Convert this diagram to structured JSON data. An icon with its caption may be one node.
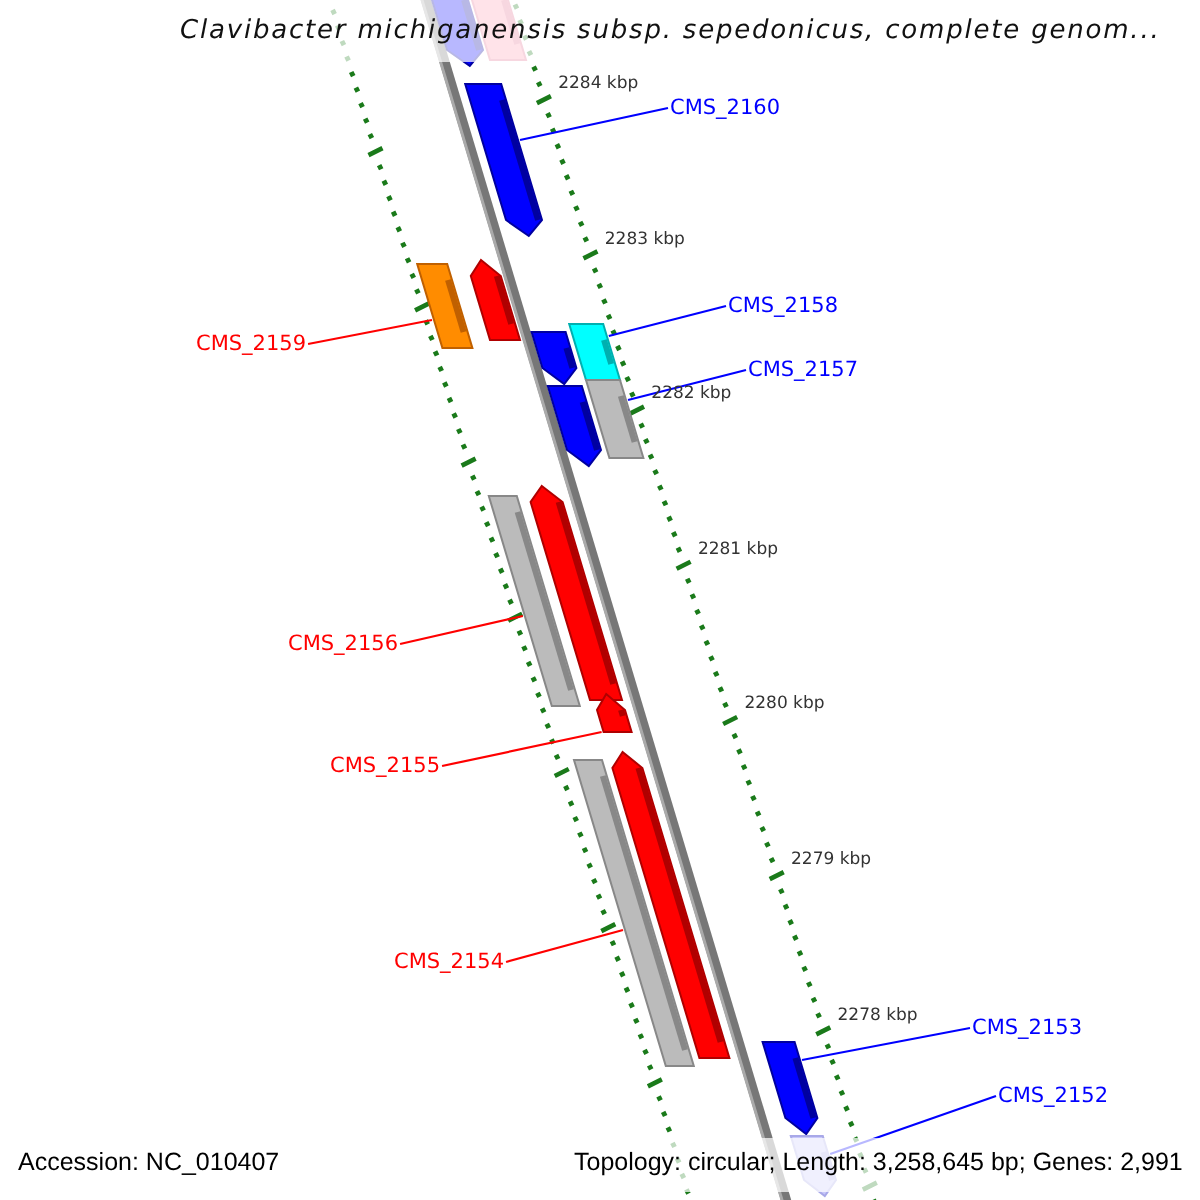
{
  "diagram": {
    "title": "Clavibacter michiganensis subsp. sepedonicus, complete genom...",
    "nodes": [
      {
        "text": [],
        "shape": "pentagon"
      },
      {
        "text": [],
        "shape": "box"
      },
      {
        "text": [
          "CMS_2160"
        ]
      },
      {
        "text": [],
        "shape": "pentagon"
      },
      {
        "text": [
          "CMS_2159"
        ]
      },
      {
        "text": [],
        "shape": "box"
      },
      {
        "text": [],
        "shape": "pentagon"
      },
      {
        "text": [
          "CMS_2158"
        ]
      },
      {
        "text": [],
        "shape": "box"
      },
      {
        "text": [],
        "shape": "pentagon"
      },
      {
        "text": [
          "CMS_2157"
        ]
      },
      {
        "text": [],
        "shape": "box"
      },
      {
        "text": [],
        "shape": "pentagon"
      },
      {
        "text": [
          "CMS_2156"
        ]
      },
      {
        "text": [],
        "shape": "box"
      },
      {
        "text": [],
        "shape": "pentagon"
      },
      {
        "text": [
          "CMS_2155"
        ]
      },
      {
        "text": [],
        "shape": "pentagon"
      },
      {
        "text": [
          "CMS_2154"
        ]
      },
      {
        "text": [],
        "shape": "box"
      },
      {
        "text": [],
        "shape": "pentagon"
      },
      {
        "text": [
          "CMS_2153"
        ]
      },
      {
        "text": [],
        "shape": "pentagon"
      },
      {
        "text": [
          "CMS_2152"
        ]
      },
      {
        "text": [],
        "shape": "pentagon"
      }
    ],
    "edges": [
      {
        "from": 2,
        "to": 3,
        "arrow": "none"
      },
      {
        "from": 4,
        "to": 5,
        "arrow": "none",
        "color": "#ff0000"
      },
      {
        "from": 7,
        "to": 8,
        "arrow": "none"
      },
      {
        "from": 10,
        "to": 11,
        "arrow": "none"
      },
      {
        "from": 13,
        "to": 14,
        "arrow": "none",
        "color": "#ff0000"
      },
      {
        "from": 16,
        "to": 17,
        "arrow": "none",
        "color": "#ff0000"
      },
      {
        "from": 18,
        "to": 19,
        "arrow": "none",
        "color": "#ff0000"
      },
      {
        "from": 21,
        "to": 22,
        "arrow": "none"
      },
      {
        "from": 23,
        "to": 24,
        "arrow": "none"
      }
    ],
    "labels": [
      "2284 kbp",
      "2283 kbp",
      "2282 kbp",
      "2281 kbp",
      "2280 kbp",
      "2279 kbp",
      "2278 kbp",
      "Accession: NC_010407",
      "Topology: circular; Length: 3,258,645 bp; Genes: 2,991"
    ]
  }
}
